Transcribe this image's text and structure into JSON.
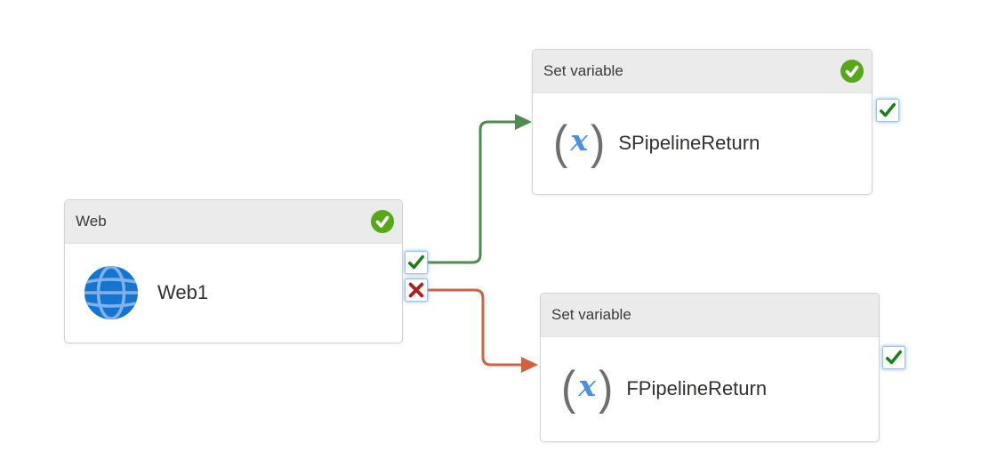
{
  "glyphs": {
    "paren_open": "(",
    "variable_x": "x",
    "paren_close": ")"
  },
  "nodes": {
    "web": {
      "type_label": "Web",
      "name": "Web1",
      "status": "succeeded",
      "icon": "globe-icon",
      "ports": {
        "success": "check",
        "failure": "cross"
      }
    },
    "set_variable_success": {
      "type_label": "Set variable",
      "name": "SPipelineReturn",
      "status": "succeeded",
      "icon": "set-variable-icon",
      "ports": {
        "success": "check"
      }
    },
    "set_variable_failure": {
      "type_label": "Set variable",
      "name": "FPipelineReturn",
      "status": "none",
      "icon": "set-variable-icon",
      "ports": {
        "success": "check"
      }
    }
  },
  "connections": [
    {
      "from": "Web1",
      "condition": "on-success",
      "to": "SPipelineReturn",
      "color": "#4e8c4e"
    },
    {
      "from": "Web1",
      "condition": "on-failure",
      "to": "FPipelineReturn",
      "color": "#d2613e"
    }
  ],
  "colors": {
    "canvas_bg": "#ffffff",
    "header_bg": "#ebebeb",
    "node_border": "#d3d3d3",
    "badge_green": "#56a819",
    "port_check_green": "#1b7e1b",
    "port_cross_red": "#a82323",
    "success_line": "#4e8c4e",
    "failure_line": "#d2613e",
    "globe_blue": "#1474cf",
    "globe_grid_blue": "#7fb2ea",
    "variable_x_blue": "#4a90e2",
    "port_border_blue": "#9cc3e8"
  }
}
